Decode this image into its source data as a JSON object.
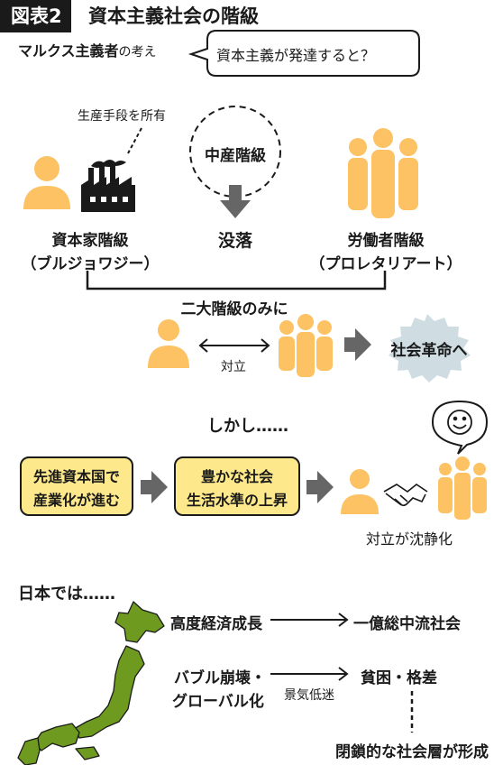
{
  "header": {
    "badge": "図表2",
    "title": "資本主義社会の階級"
  },
  "marx": {
    "label": "マルクス主義者",
    "suffix": "の考え",
    "bubble": "資本主義が発達すると？"
  },
  "classes": {
    "owns_means": "生産手段を所有",
    "middle": "中産階級",
    "fall": "没落",
    "capitalist": "資本家階級",
    "capitalist_sub": "（ブルジョワジー）",
    "worker": "労働者階級",
    "worker_sub": "（プロレタリアート）",
    "two_classes": "二大階級のみに",
    "oppose": "対立",
    "revolution": "社会革命へ"
  },
  "however": {
    "label": "しかし……",
    "box1_line1": "先進資本国で",
    "box1_line2": "産業化が進む",
    "box2_line1": "豊かな社会",
    "box2_line2": "生活水準の上昇",
    "calm": "対立が沈静化"
  },
  "japan": {
    "label": "日本では……",
    "growth": "高度経済成長",
    "middle_society": "一億総中流社会",
    "bubble_line1": "バブル崩壊・",
    "bubble_line2": "グローバル化",
    "recession": "景気低迷",
    "poverty": "貧困・格差",
    "closed": "閉鎖的な社会層が形成"
  },
  "colors": {
    "person": "#fcc264",
    "map": "#6e9a1f",
    "yellow_box": "#fde98b",
    "burst": "#cfdde3",
    "arrow": "#666666"
  }
}
